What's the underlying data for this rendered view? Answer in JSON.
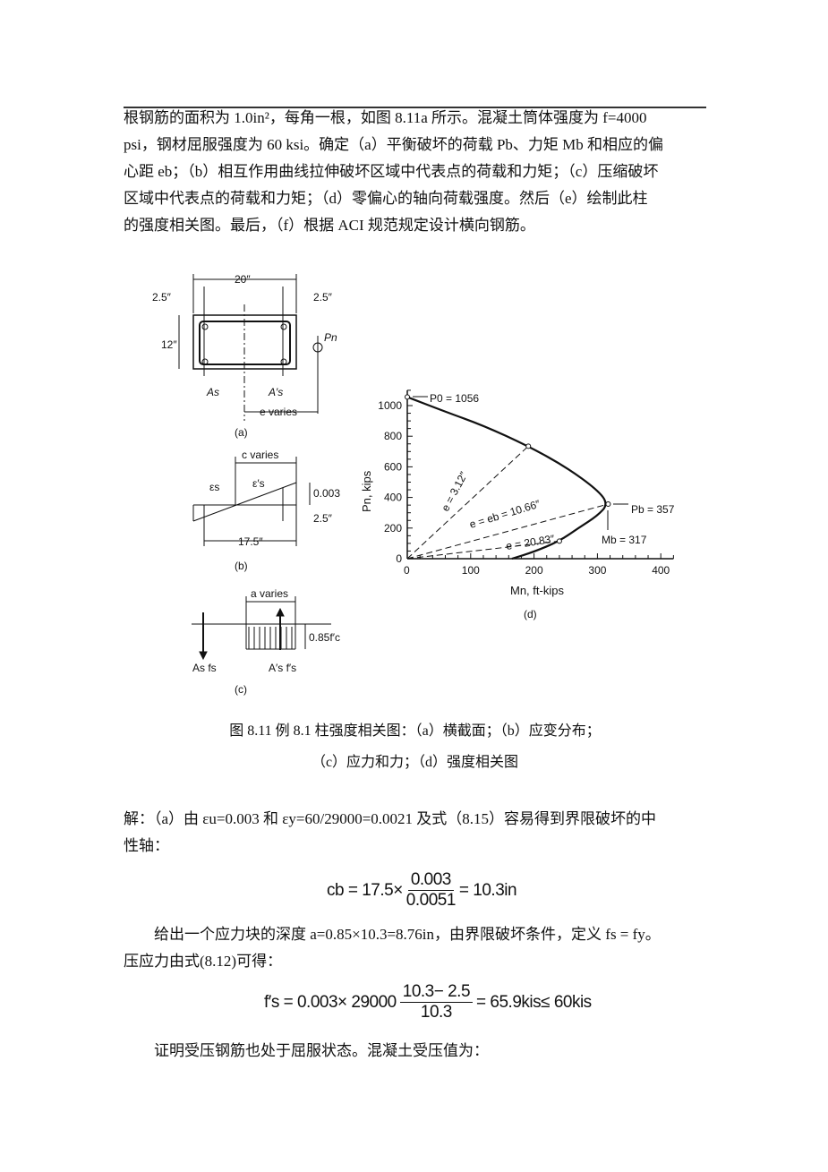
{
  "intro": {
    "lines": [
      "根钢筋的面积为 1.0in²，每角一根，如图 8.11a 所示。混凝土筒体强度为 f=4000",
      "psi，钢材屈服强度为 60 ksi。确定（a）平衡破坏的荷载 Pb、力矩 Mb 和相应的偏",
      "心距 eb；（b）相互作用曲线拉伸破坏区域中代表点的荷载和力矩；（c）压缩破坏",
      "区域中代表点的荷载和力矩；（d）零偏心的轴向荷载强度。然后（e）绘制此柱",
      "的强度相关图。最后，（f）根据 ACI 规范规定设计横向钢筋。"
    ]
  },
  "figure": {
    "a": {
      "width": "20″",
      "left_cover": "2.5″",
      "right_cover": "2.5″",
      "height": "12″",
      "load": "Pn",
      "as": "As",
      "as_prime": "A′s",
      "e": "e varies",
      "label": "(a)"
    },
    "b": {
      "c": "c varies",
      "es": "εs",
      "es_prime": "ε′s",
      "strain": "0.003",
      "cover": "2.5″",
      "depth": "17.5″",
      "label": "(b)"
    },
    "c": {
      "a": "a varies",
      "stress": "0.85f′c",
      "t": "As fs",
      "cp": "A′s f′s",
      "label": "(c)"
    },
    "caption": [
      "图 8.11  例 8.1 柱强度相关图：（a）横截面；（b）应变分布；",
      "（c）应力和力；（d）强度相关图"
    ]
  },
  "chart_data": {
    "type": "line",
    "label": "(d)",
    "xlabel": "Mn, ft-kips",
    "ylabel": "Pn, kips",
    "xlim": [
      0,
      420
    ],
    "ylim": [
      0,
      1100
    ],
    "xticks": [
      0,
      100,
      200,
      300,
      400
    ],
    "yticks": [
      0,
      200,
      400,
      600,
      800,
      1000
    ],
    "curve": [
      [
        0,
        1056
      ],
      [
        60,
        960
      ],
      [
        120,
        870
      ],
      [
        191,
        735
      ],
      [
        250,
        600
      ],
      [
        300,
        450
      ],
      [
        317,
        357
      ],
      [
        300,
        280
      ],
      [
        270,
        200
      ],
      [
        240,
        115
      ],
      [
        200,
        45
      ],
      [
        165,
        0
      ]
    ],
    "points": [
      [
        0,
        1056
      ],
      [
        191,
        735
      ],
      [
        317,
        357
      ],
      [
        240,
        115
      ]
    ],
    "eccentricity_lines": [
      {
        "to": [
          191,
          735
        ],
        "label": "e = 3.12″"
      },
      {
        "to": [
          317,
          357
        ],
        "label": "e = eb = 10.66″"
      },
      {
        "to": [
          240,
          115
        ],
        "label": "e = 20.83″"
      }
    ],
    "annotations": {
      "p0": "P0 = 1056",
      "pb": "Pb = 357",
      "mb": "Mb = 317"
    }
  },
  "solution": {
    "line1": "解：（a）由 εu=0.003 和 εy=60/29000=0.0021 及式（8.15）容易得到界限破坏的中",
    "line2": "性轴：",
    "eq1": {
      "lhs": "cb = 17.5×",
      "num": "0.003",
      "den": "0.0051",
      "rhs": "= 10.3in"
    },
    "line3": "给出一个应力块的深度 a=0.85×10.3=8.76in，由界限破坏条件，定义 fs = fy。",
    "line4": "压应力由式(8.12)可得：",
    "eq2": {
      "lhs": "f′s = 0.003× 29000",
      "num": "10.3− 2.5",
      "den": "10.3",
      "rhs": "= 65.9kis≤ 60kis"
    },
    "line5": "证明受压钢筋也处于屈服状态。混凝土受压值为："
  }
}
